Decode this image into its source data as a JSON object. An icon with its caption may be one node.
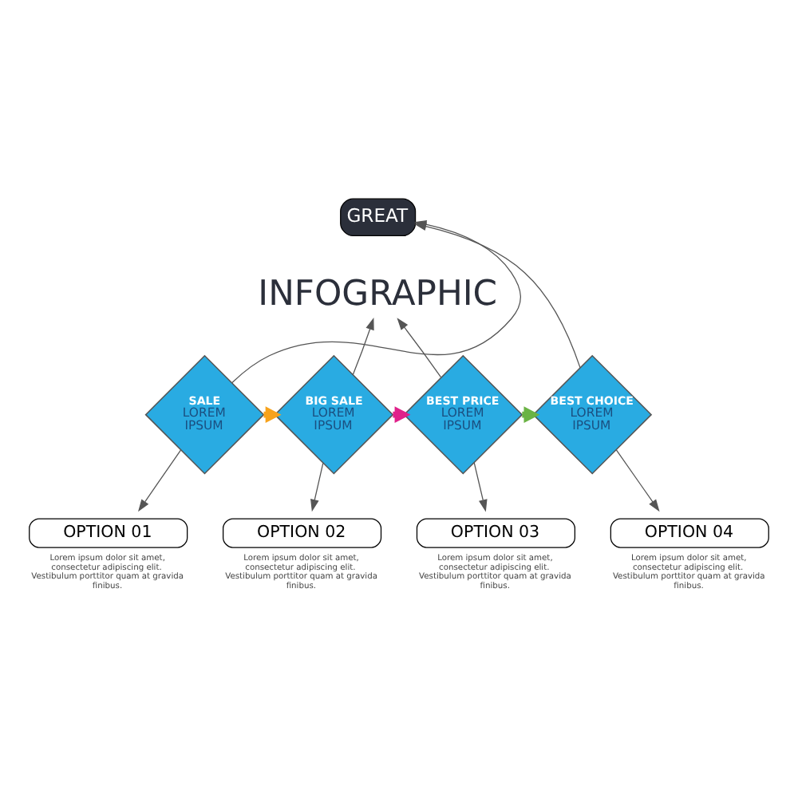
{
  "diagram": {
    "nodes": [
      {
        "text": [
          "GREAT"
        ]
      },
      {
        "text": [
          "INFOGRAPHIC"
        ]
      },
      {
        "text": [
          "SALE",
          "LOREM IPSUM"
        ]
      },
      {
        "text": [
          "BIG SALE",
          "LOREM IPSUM"
        ]
      },
      {
        "text": [
          "BEST PRICE",
          "LOREM IPSUM"
        ]
      },
      {
        "text": [
          "BEST CHOICE",
          "LOREM IPSUM"
        ]
      },
      {
        "text": [
          "OPTION 01"
        ],
        "beside": [
          "Lorem ipsum dolor sit amet, consectetur adipiscing elit. Vestibulum porttitor quam at gravida finibus."
        ]
      },
      {
        "text": [
          "OPTION 02"
        ],
        "beside": [
          "Lorem ipsum dolor sit amet, consectetur adipiscing elit. Vestibulum porttitor quam at gravida finibus."
        ]
      },
      {
        "text": [
          "OPTION 03"
        ],
        "beside": [
          "Lorem ipsum dolor sit amet, consectetur adipiscing elit. Vestibulum porttitor quam at gravida finibus."
        ]
      },
      {
        "text": [
          "OPTION 04"
        ],
        "beside": [
          "Lorem ipsum dolor sit amet, consectetur adipiscing elit. Vestibulum porttitor quam at gravida finibus."
        ]
      }
    ],
    "edges": [
      {
        "from": 2,
        "to": 0,
        "arrow": "to"
      },
      {
        "from": 3,
        "to": 1,
        "arrow": "to"
      },
      {
        "from": 4,
        "to": 1,
        "arrow": "to"
      },
      {
        "from": 5,
        "to": 0,
        "arrow": "to"
      },
      {
        "from": 2,
        "to": 3,
        "arrow": "to",
        "style": "thick",
        "color": "#f7a21b"
      },
      {
        "from": 3,
        "to": 4,
        "arrow": "to",
        "style": "thick",
        "color": "#e0218a"
      },
      {
        "from": 4,
        "to": 5,
        "arrow": "to",
        "style": "thick",
        "color": "#6ab344"
      },
      {
        "from": 2,
        "to": 6,
        "arrow": "to"
      },
      {
        "from": 3,
        "to": 7,
        "arrow": "to"
      },
      {
        "from": 4,
        "to": 8,
        "arrow": "to"
      },
      {
        "from": 5,
        "to": 9,
        "arrow": "to"
      }
    ]
  }
}
